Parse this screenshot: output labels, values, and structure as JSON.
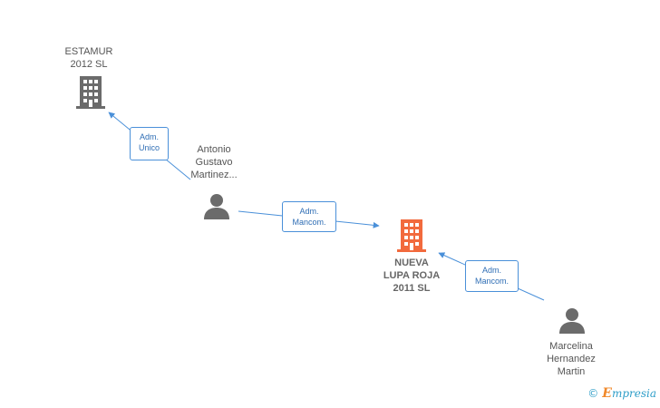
{
  "nodes": {
    "estamur": {
      "line1": "ESTAMUR",
      "line2": "2012 SL",
      "icon": "building-icon",
      "color": "#6b6b6b"
    },
    "antonio": {
      "line1": "Antonio",
      "line2": "Gustavo",
      "line3": "Martinez...",
      "icon": "person-icon",
      "color": "#6b6b6b"
    },
    "nueva": {
      "line1": "NUEVA",
      "line2": "LUPA ROJA",
      "line3": "2011 SL",
      "icon": "building-icon",
      "color": "#f26a3d"
    },
    "marcelina": {
      "line1": "Marcelina",
      "line2": "Hernandez",
      "line3": "Martin",
      "icon": "person-icon",
      "color": "#6b6b6b"
    }
  },
  "relations": [
    {
      "line1": "Adm.",
      "line2": "Unico"
    },
    {
      "line1": "Adm.",
      "line2": "Mancom."
    },
    {
      "line1": "Adm.",
      "line2": "Mancom."
    }
  ],
  "footer": {
    "copyright": "©",
    "brand_initial": "E",
    "brand_rest": "mpresia"
  },
  "colors": {
    "edge": "#4a90d9",
    "company_main": "#f26a3d",
    "node_gray": "#6b6b6b"
  }
}
